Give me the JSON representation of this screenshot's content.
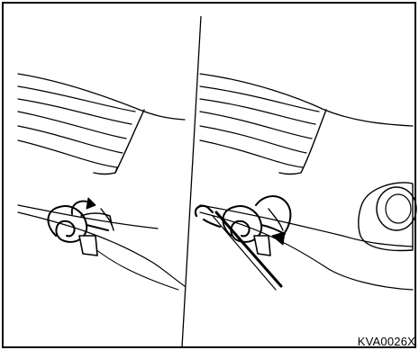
{
  "figure": {
    "caption": "KVA0026X",
    "panels": [
      {
        "id": "left",
        "description_icon": "tow-hook-rotate-icon"
      },
      {
        "id": "right",
        "description_icon": "tow-hook-tighten-with-wrench-icon"
      }
    ]
  }
}
